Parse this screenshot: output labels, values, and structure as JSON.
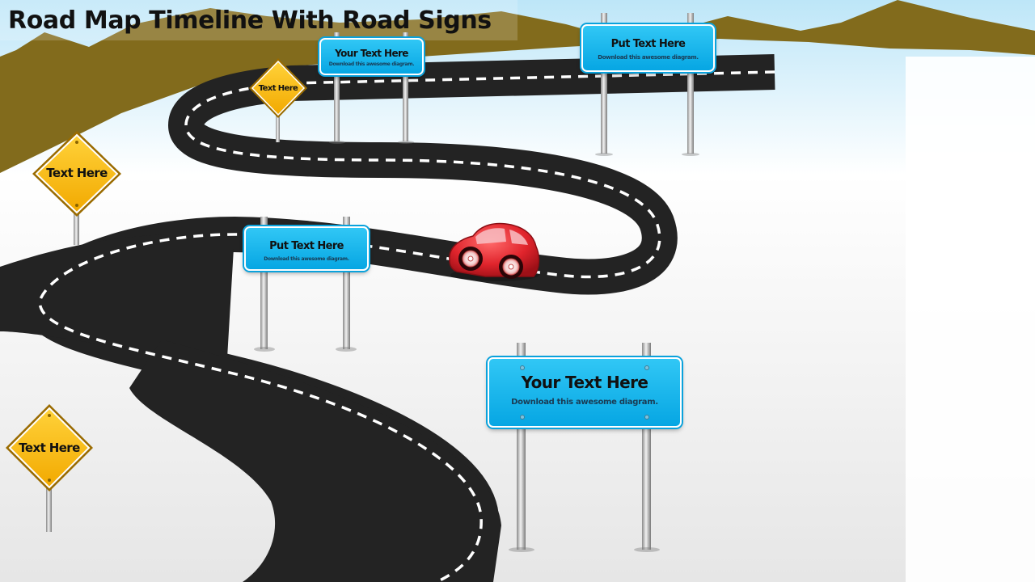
{
  "title": "Road Map Timeline With Road Signs",
  "colors": {
    "sky_top": "#c7e9f6",
    "ground": "#ffffff",
    "hills": "#826b1c",
    "road": "#232323",
    "road_dash": "#ffffff",
    "sign_blue": "#0ab0e8",
    "sign_yellow": "#f7b500",
    "car_red": "#e0242c",
    "pole": "#bfbfbf"
  },
  "diamond_signs": [
    {
      "label": "Text Here"
    },
    {
      "label": "Text Here"
    },
    {
      "label": "Text Here"
    }
  ],
  "board_signs": [
    {
      "heading": "Your Text Here",
      "subtext": "Download this awesome diagram."
    },
    {
      "heading": "Put Text Here",
      "subtext": "Download  this  awesome  diagram."
    },
    {
      "heading": "Put Text Here",
      "subtext": "Download this awesome diagram."
    },
    {
      "heading": "Your Text Here",
      "subtext": "Download this awesome diagram."
    }
  ],
  "icons": [
    "car-icon",
    "road-icon",
    "hills-icon"
  ]
}
